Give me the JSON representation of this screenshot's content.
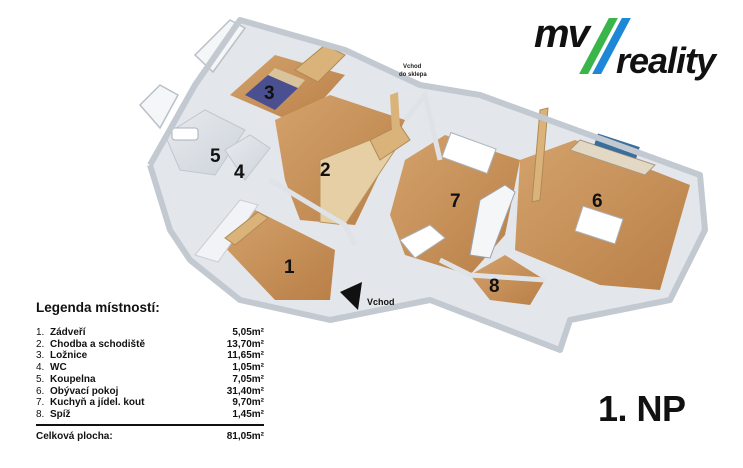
{
  "logo": {
    "mv": "mv",
    "reality": "reality",
    "slash_green": "#39b54a",
    "slash_blue": "#1e88d6"
  },
  "plan": {
    "cellar_entrance": [
      "Vchod",
      "do sklepa"
    ],
    "entrance": "Vchod",
    "room_numbers": [
      "1",
      "2",
      "3",
      "4",
      "5",
      "6",
      "7",
      "8"
    ]
  },
  "legend": {
    "title": "Legenda místností:",
    "rooms": [
      {
        "num": "1.",
        "name": "Zádveří",
        "area": "5,05m²"
      },
      {
        "num": "2.",
        "name": "Chodba a schodiště",
        "area": "13,70m²"
      },
      {
        "num": "3.",
        "name": "Ložnice",
        "area": "11,65m²"
      },
      {
        "num": "4.",
        "name": "WC",
        "area": "1,05m²"
      },
      {
        "num": "5.",
        "name": "Koupelna",
        "area": "7,05m²"
      },
      {
        "num": "6.",
        "name": "Obývací pokoj",
        "area": "31,40m²"
      },
      {
        "num": "7.",
        "name": "Kuchyň a jídel. kout",
        "area": "9,70m²"
      },
      {
        "num": "8.",
        "name": "Spíž",
        "area": "1,45m²"
      }
    ],
    "total_label": "Celková plocha:",
    "total_area": "81,05m²"
  },
  "floor": "1. NP",
  "colors": {
    "floor_wood": "#c9935c",
    "wall": "#eef0f3",
    "wall_shadow": "#cfd4db",
    "bed": "#4a4f8f"
  }
}
